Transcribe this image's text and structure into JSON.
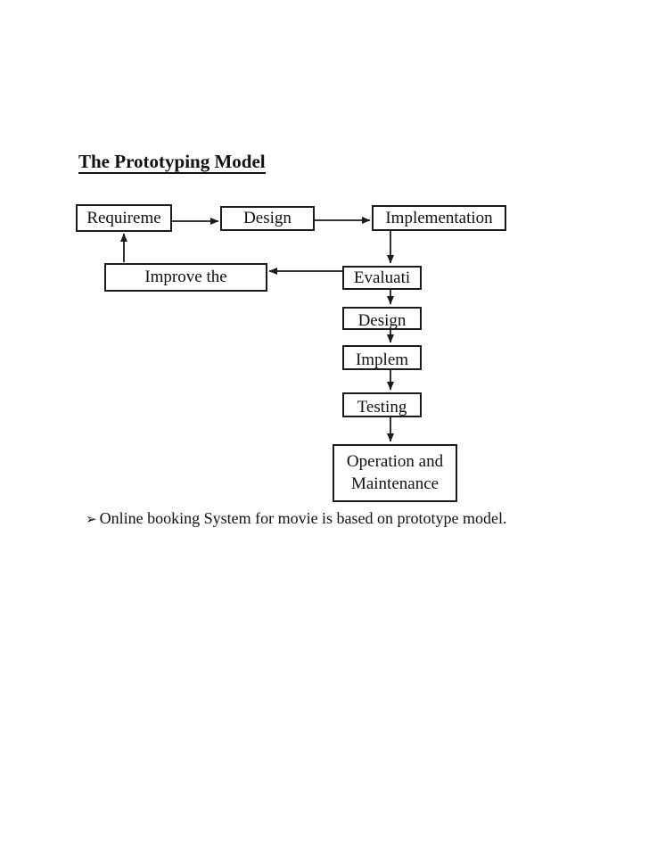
{
  "page": {
    "background": "#ffffff",
    "colors": {
      "text": "#111111",
      "line": "#1a1a1a"
    }
  },
  "title": {
    "text": "The Prototyping Model"
  },
  "diagram": {
    "nodes": {
      "requirements": {
        "label": "Requireme"
      },
      "design_top": {
        "label": "Design"
      },
      "implementation": {
        "label": "Implementation"
      },
      "improve": {
        "label": "Improve the"
      },
      "evaluate": {
        "label": "Evaluati"
      },
      "design_stack": {
        "label": "Design"
      },
      "implement_stack": {
        "label": "Implem"
      },
      "testing": {
        "label": "Testing"
      },
      "operation": {
        "label_line1": "Operation and",
        "label_line2": "Maintenance"
      }
    },
    "edges": [
      {
        "from": "requirements",
        "to": "design_top"
      },
      {
        "from": "design_top",
        "to": "implementation"
      },
      {
        "from": "implementation",
        "to": "evaluate"
      },
      {
        "from": "evaluate",
        "to": "improve"
      },
      {
        "from": "improve",
        "to": "requirements"
      },
      {
        "from": "evaluate",
        "to": "design_stack"
      },
      {
        "from": "design_stack",
        "to": "implement_stack"
      },
      {
        "from": "implement_stack",
        "to": "testing"
      },
      {
        "from": "testing",
        "to": "operation"
      }
    ]
  },
  "bullet": {
    "marker": "➢",
    "text": "Online booking System for movie is based on prototype model."
  }
}
